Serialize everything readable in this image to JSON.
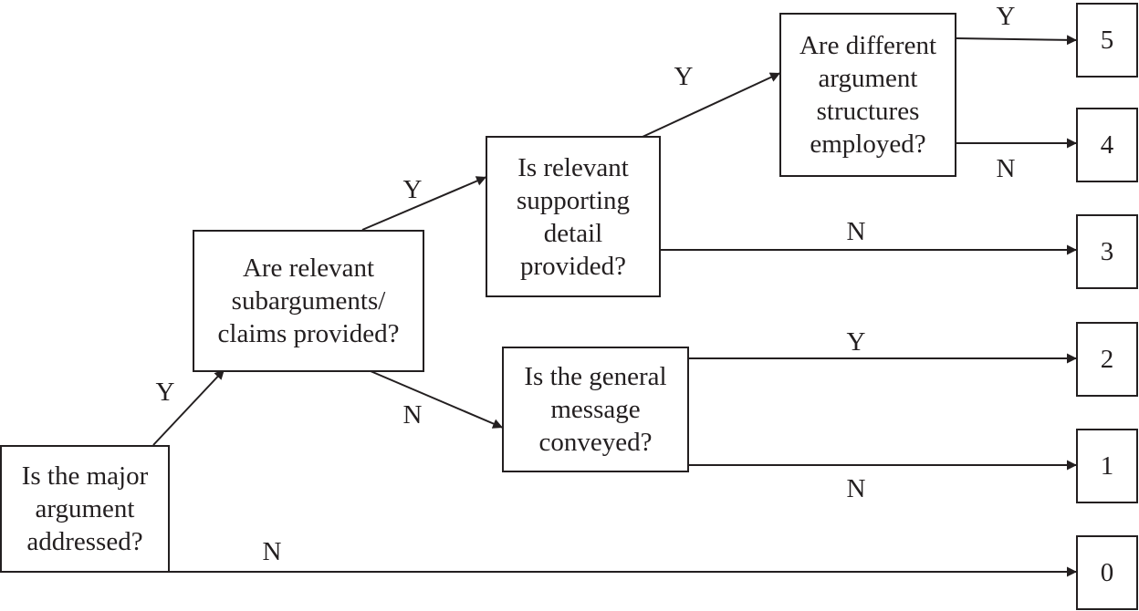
{
  "questions": {
    "q1": [
      "Is the major",
      "argument",
      "addressed?"
    ],
    "q2": [
      "Are relevant",
      "subarguments/",
      "claims provided?"
    ],
    "q3": [
      "Is relevant",
      "supporting",
      "detail",
      "provided?"
    ],
    "q4": [
      "Are different",
      "argument",
      "structures",
      "employed?"
    ],
    "q5": [
      "Is the general",
      "message",
      "conveyed?"
    ]
  },
  "scores": [
    "0",
    "1",
    "2",
    "3",
    "4",
    "5"
  ],
  "edge_labels": {
    "q1_yes": "Y",
    "q1_no": "N",
    "q2_yes": "Y",
    "q2_no": "N",
    "q3_yes": "Y",
    "q3_no": "N",
    "q4_yes": "Y",
    "q4_no": "N",
    "q5_yes": "Y",
    "q5_no": "N"
  },
  "colors": {
    "stroke": "#231f20",
    "background": "#ffffff"
  }
}
